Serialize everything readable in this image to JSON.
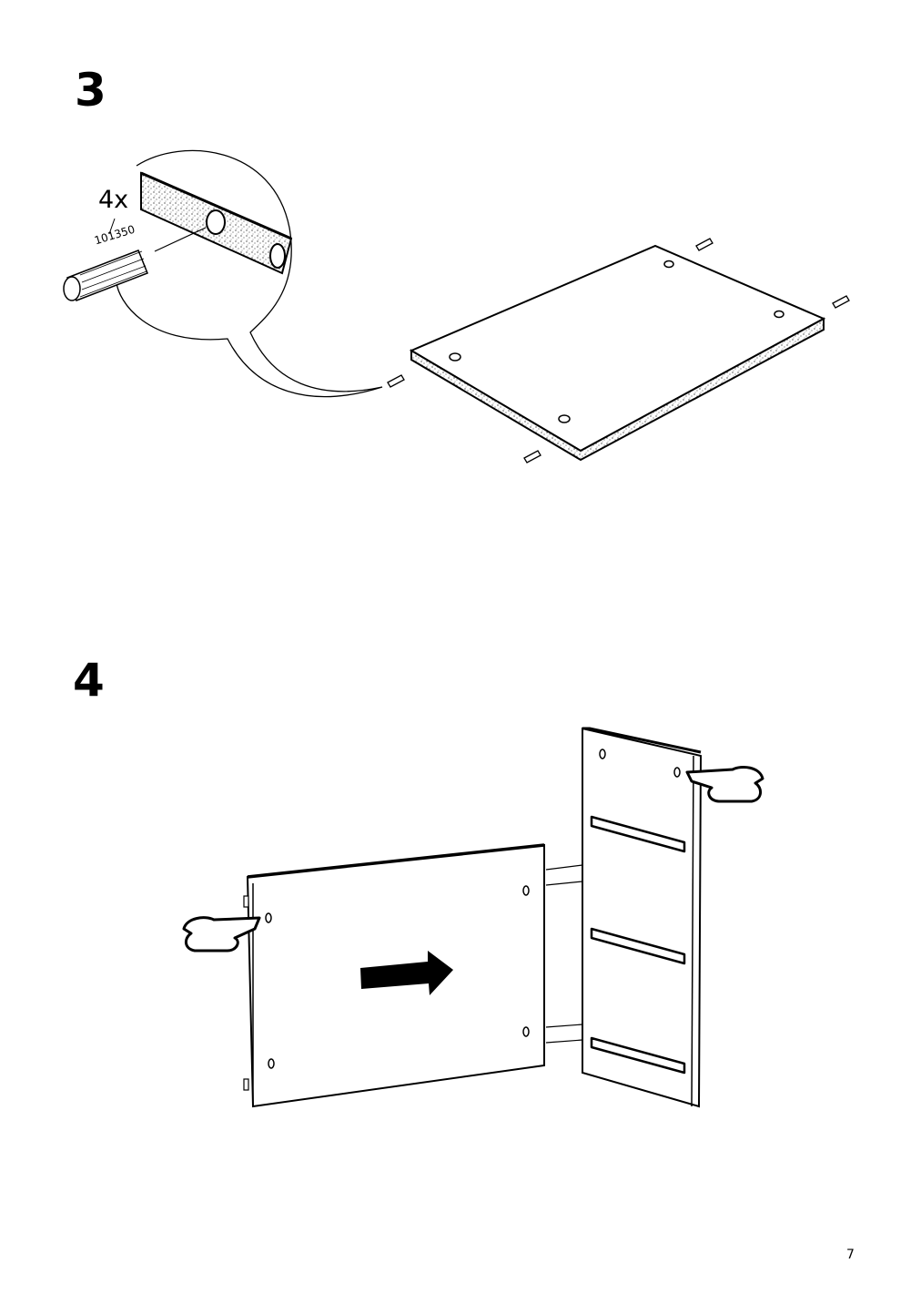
{
  "steps": [
    {
      "number": "3",
      "quantity": "4x",
      "part_number": "101350"
    },
    {
      "number": "4"
    }
  ],
  "page_number": "7"
}
